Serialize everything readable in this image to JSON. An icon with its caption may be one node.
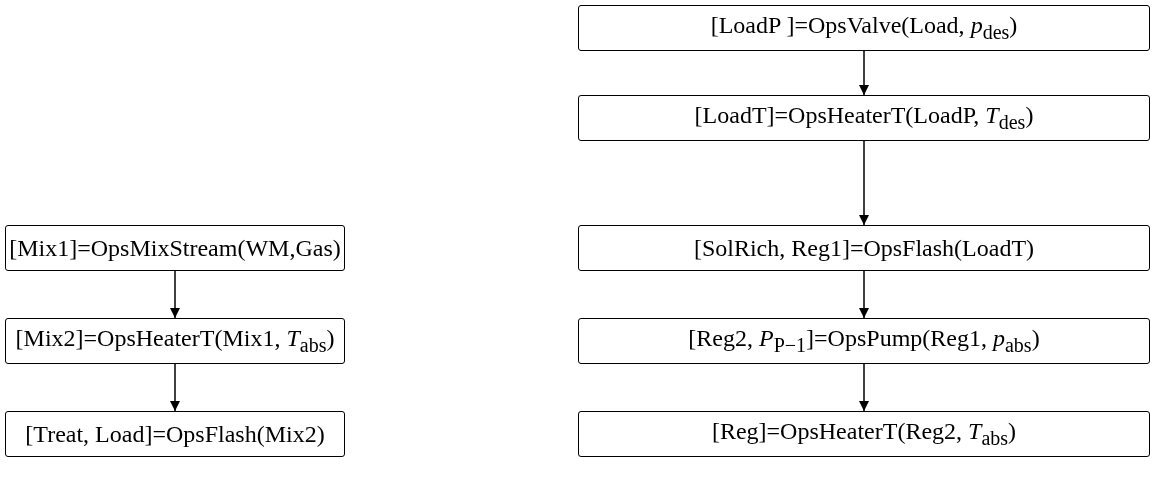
{
  "diagram": {
    "nodes": [
      {
        "text": [
          "[LoadP ]=OpsValve(Load, *p*$_{des}$)"
        ]
      },
      {
        "text": [
          "[LoadT]=OpsHeaterT(LoadP, *T*$_{des}$)"
        ]
      },
      {
        "text": [
          "[Mix1]=OpsMixStream(WM,Gas)"
        ]
      },
      {
        "text": [
          "[SolRich, Reg1]=OpsFlash(LoadT)"
        ]
      },
      {
        "text": [
          "[Mix2]=OpsHeaterT(Mix1, *T*$_{abs}$)"
        ]
      },
      {
        "text": [
          "[Reg2, *P*$_{P−1}$]=OpsPump(Reg1, *p*$_{abs}$)"
        ]
      },
      {
        "text": [
          "[Treat, Load]=OpsFlash(Mix2)"
        ]
      },
      {
        "text": [
          "[Reg]=OpsHeaterT(Reg2, *T*$_{abs}$)"
        ]
      }
    ],
    "edges": [
      {
        "from": 0,
        "to": 1,
        "arrow": "to"
      },
      {
        "from": 1,
        "to": 3,
        "arrow": "to"
      },
      {
        "from": 3,
        "to": 5,
        "arrow": "to"
      },
      {
        "from": 5,
        "to": 7,
        "arrow": "to"
      },
      {
        "from": 2,
        "to": 4,
        "arrow": "to"
      },
      {
        "from": 4,
        "to": 6,
        "arrow": "to"
      }
    ]
  }
}
